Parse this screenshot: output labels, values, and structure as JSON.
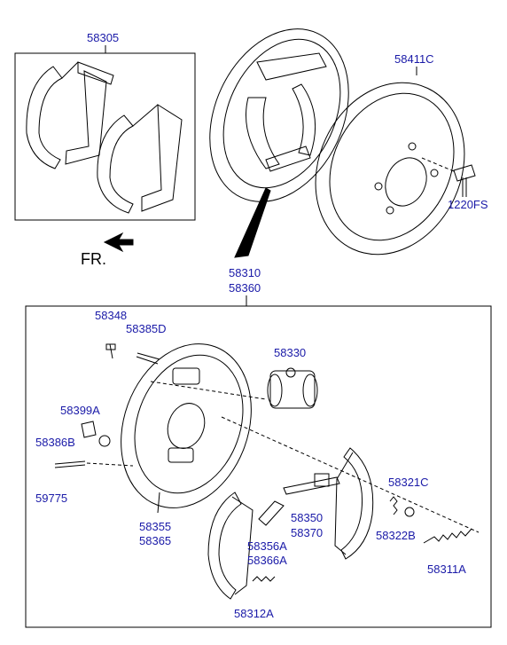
{
  "labels": {
    "shoe_set_upper": "58305",
    "drum": "58411C",
    "drum_bolt": "1220FS",
    "assembly_a": "58310",
    "assembly_b": "58360",
    "bolt": "58348",
    "bolt_d": "58385D",
    "cylinder": "58330",
    "nut": "58399A",
    "cap": "58386B",
    "pin": "59775",
    "plate_a": "58355",
    "plate_b": "58365",
    "adjuster_a": "58350",
    "adjuster_b": "58370",
    "lever_a": "58356A",
    "lever_b": "58366A",
    "spring_lower": "58312A",
    "retainer": "58321C",
    "spring_b": "58322B",
    "spring_upper": "58311A"
  },
  "direction": "FR.",
  "colors": {
    "label": "#1a1aa8",
    "line": "#000000"
  }
}
